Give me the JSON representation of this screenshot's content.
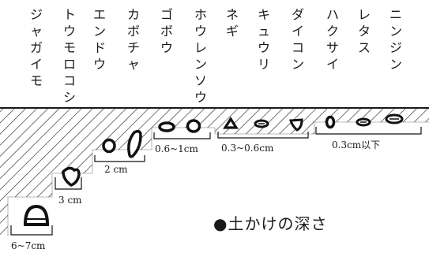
{
  "vegetables": [
    {
      "id": "jagaimo",
      "label": "ジャガイモ"
    },
    {
      "id": "toumorokoshi",
      "label": "トウモロコシ"
    },
    {
      "id": "endou",
      "label": "エンドウ"
    },
    {
      "id": "kabocha",
      "label": "カボチャ"
    },
    {
      "id": "gobou",
      "label": "ゴボウ"
    },
    {
      "id": "hourensou",
      "label": "ホウレンソウ"
    },
    {
      "id": "negi",
      "label": "ネギ"
    },
    {
      "id": "kyuuri",
      "label": "キュウリ"
    },
    {
      "id": "daikon",
      "label": "ダイコン"
    },
    {
      "id": "hakusai",
      "label": "ハクサイ"
    },
    {
      "id": "retasu",
      "label": "レタス"
    },
    {
      "id": "ninjin",
      "label": "ニンジン"
    }
  ],
  "depths": {
    "d1": "6~7cm",
    "d2": "3 cm",
    "d3": "2 cm",
    "d4": "0.6~1cm",
    "d5": "0.3~0.6cm",
    "d6": "0.3cm以下"
  },
  "caption": "●土かけの深さ"
}
